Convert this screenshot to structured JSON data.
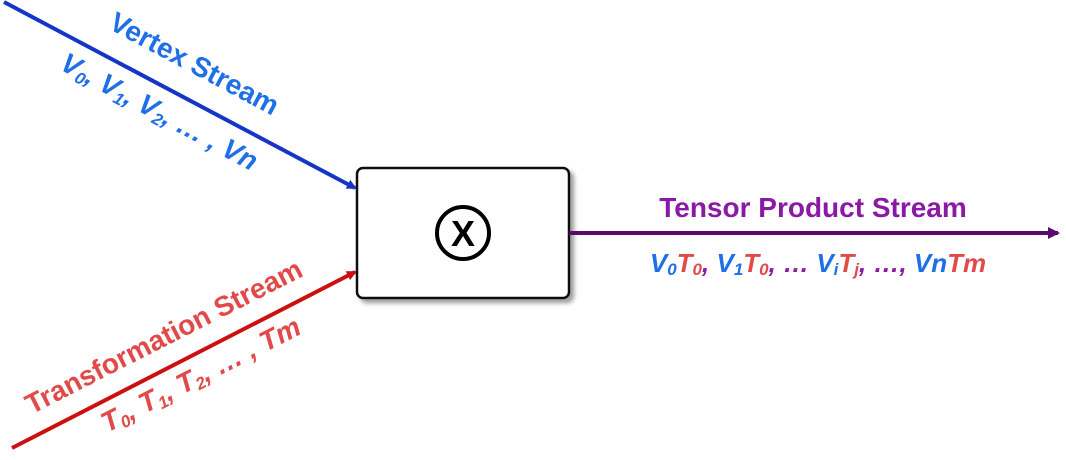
{
  "colors": {
    "vertex": "#1f6fe8",
    "vertex_arrow": "#1535c7",
    "transformation": "#e24a4a",
    "transformation_arrow": "#cc0f0f",
    "output": "#8a1aa5",
    "output_arrow": "#5a0a6e"
  },
  "vertex_stream": {
    "title": "Vertex Stream",
    "items": [
      {
        "base": "V",
        "sub": "0",
        "sep": ", "
      },
      {
        "base": "V",
        "sub": "1",
        "sep": ", "
      },
      {
        "base": "V",
        "sub": "2",
        "sep": ", … , "
      },
      {
        "base": "Vn",
        "sub": "",
        "sep": ""
      }
    ]
  },
  "transformation_stream": {
    "title": "Transformation Stream",
    "items": [
      {
        "base": "T",
        "sub": "0",
        "sep": ", "
      },
      {
        "base": "T",
        "sub": "1",
        "sep": ", "
      },
      {
        "base": "T",
        "sub": "2",
        "sep": ", … , "
      },
      {
        "base": "Tm",
        "sub": "",
        "sep": ""
      }
    ]
  },
  "operator": {
    "symbol": "X"
  },
  "output_stream": {
    "title": "Tensor Product Stream",
    "seq": {
      "v0": "V",
      "v0_sub": "0",
      "t0": "T",
      "t0_sub": "0",
      "sep1": ", ",
      "v1": "V",
      "v1_sub": "1",
      "t0b": "T",
      "t0b_sub": "0",
      "sep2": ", … ",
      "vi": "V",
      "vi_sub": "i",
      "tj": "T",
      "tj_sub": "j",
      "sep3": ", …, ",
      "vn": "Vn",
      "tm": "Tm"
    }
  }
}
